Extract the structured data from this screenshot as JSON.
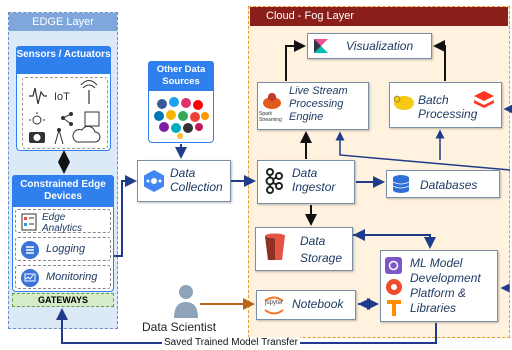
{
  "edge": {
    "title": "EDGE Layer",
    "sensors_title": "Sensors / Actuators",
    "constrained_title": "Constrained Edge Devices",
    "items": [
      "Edge Analytics",
      "Logging",
      "Monitoring"
    ],
    "gateways": "GATEWAYS"
  },
  "other_sources": {
    "title": "Other Data Sources"
  },
  "data_collection": {
    "label": "Data Collection"
  },
  "fog": {
    "title": "Cloud - Fog Layer",
    "visualization": "Visualization",
    "live_stream": "Live Stream Processing Engine",
    "spark_caption": "Spark Streaming",
    "batch": "Batch Processing",
    "ingestor": "Data Ingestor",
    "databases": "Databases",
    "storage": "Data Storage",
    "ml": "ML Model Development Platform & Libraries",
    "notebook": "Notebook",
    "jupyter": "jupyter"
  },
  "data_scientist": "Data Scientist",
  "transfer_label": "Saved Trained Model Transfer"
}
